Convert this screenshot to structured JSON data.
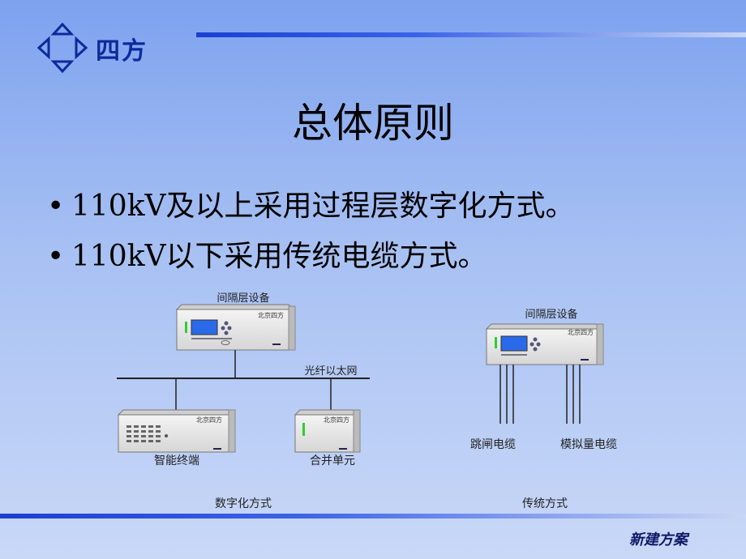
{
  "brand": "四方",
  "title": "总体原则",
  "bullets": [
    "110kV及以上采用过程层数字化方式。",
    "110kV以下采用传统电缆方式。"
  ],
  "left_diagram": {
    "bay_device_label": "间隔层设备",
    "network_label": "光纤以太网",
    "terminal_label": "智能终端",
    "merging_unit_label": "合并单元",
    "caption": "数字化方式",
    "vendor": "北京四方"
  },
  "right_diagram": {
    "bay_device_label": "间隔层设备",
    "trip_cable_label": "跳闸电缆",
    "analog_cable_label": "模拟量电缆",
    "caption": "传统方式",
    "vendor": "北京四方"
  },
  "footer": "新建方案",
  "colors": {
    "brand": "#0d2a9c",
    "line": "#1a3fd0"
  }
}
